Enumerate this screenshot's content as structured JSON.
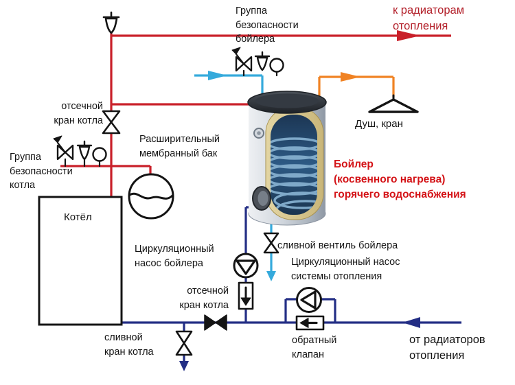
{
  "diagram": {
    "labels": {
      "boiler_safety_group": "Группа\nбезопасности\nбойлера",
      "to_radiators": "к радиаторам\nотопления",
      "boiler_shutoff_top": "отсечной\nкран котла",
      "expansion_tank": "Расширительный\nмембранный бак",
      "kotel_safety_group": "Группа\nбезопасности\nкотла",
      "kotel": "Котёл",
      "shower_tap": "Душ, кран",
      "boiler_title": "Бойлер\n(косвенного нагрева)\nгорячего водоснабжения",
      "boiler_circ_pump": "Циркуляционный\nнасос бойлера",
      "boiler_drain_valve": "сливной вентиль бойлера",
      "heating_circ_pump": "Циркуляционный насос\nсистемы отопления",
      "boiler_shutoff_bottom": "отсечной\nкран котла",
      "kotel_drain_valve": "сливной\nкран котла",
      "check_valve": "обратный\nклапан",
      "from_radiators": "от радиаторов\nотопления"
    },
    "colors": {
      "pipe_hot": "#c9202a",
      "pipe_return": "#232e85",
      "pipe_cold": "#35aadc",
      "pipe_dhw": "#f08223",
      "text_red": "#b3202a",
      "text_accent": "#d41317"
    }
  }
}
